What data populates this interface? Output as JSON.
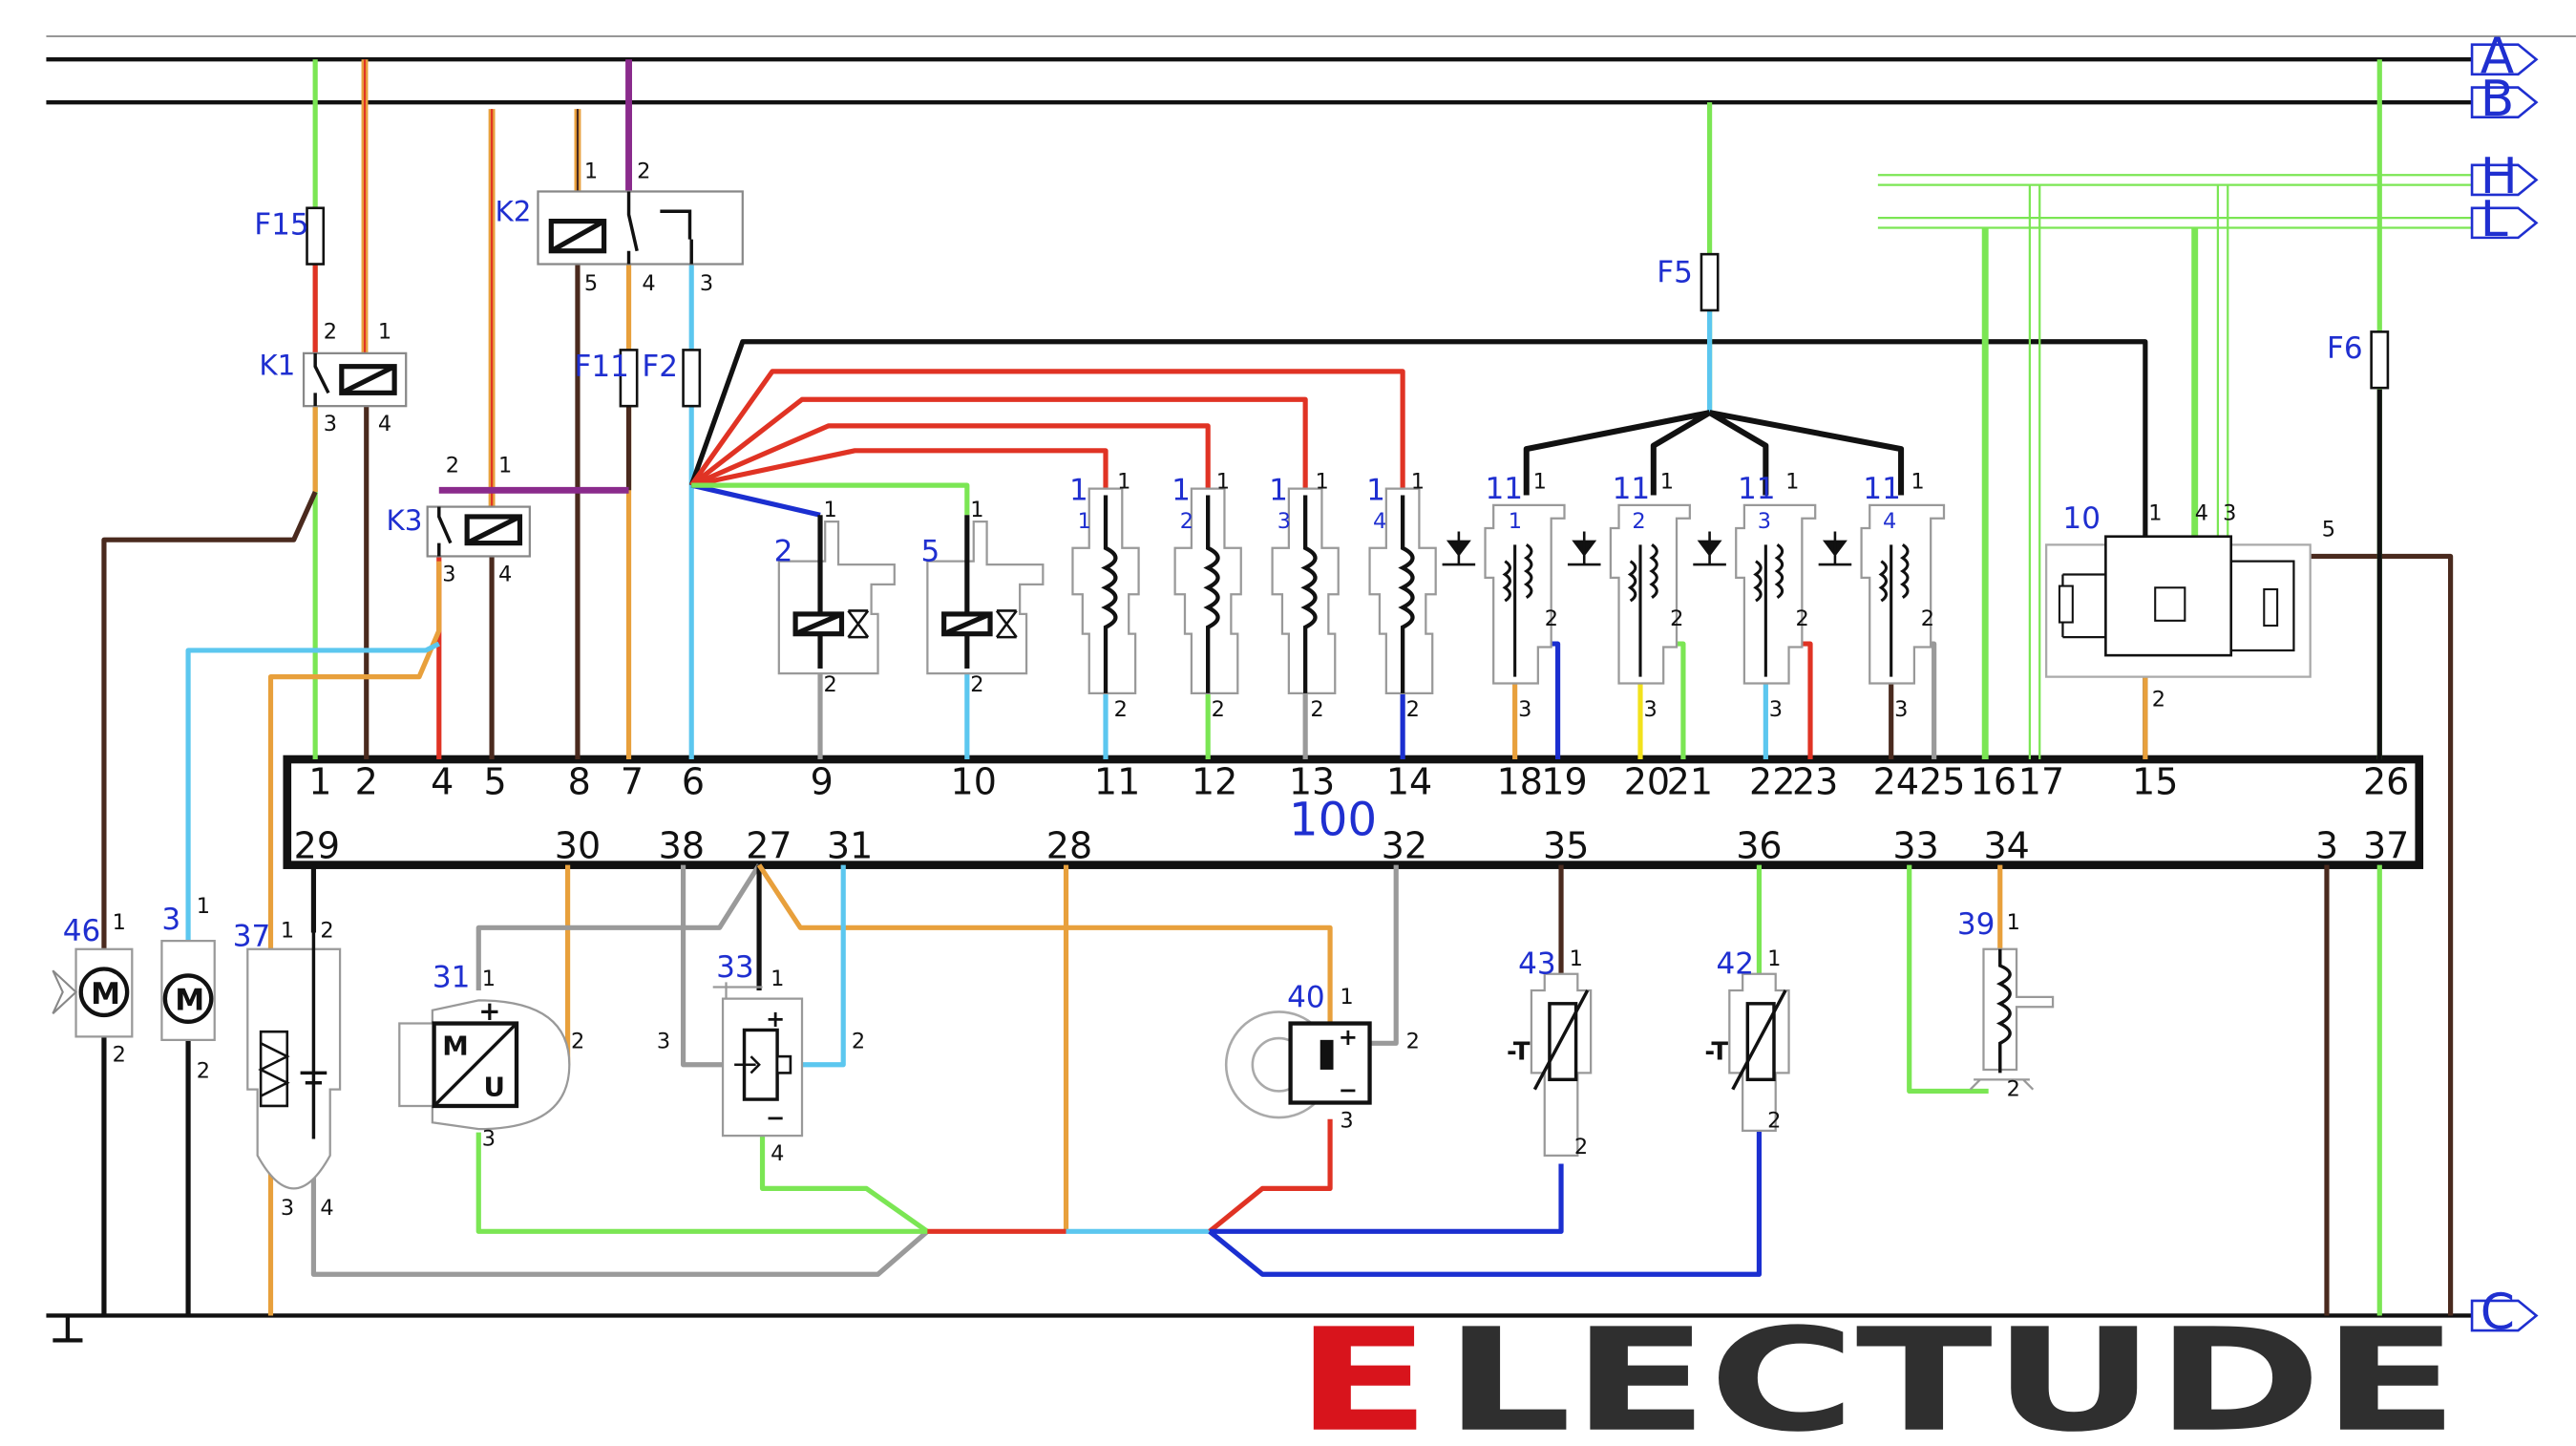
{
  "colors": {
    "black": "#111111",
    "green": "#7be654",
    "orange": "#e8a03c",
    "red": "#e03324",
    "purple": "#8a2b8c",
    "blue": "#1b2fd0",
    "lightblue": "#5cc7ef",
    "grey": "#9a9a9a",
    "brown": "#4a2a1e",
    "yellow": "#f2e21c",
    "label": "#1f2fd0",
    "logo_red": "#d8141c",
    "logo_dark": "#2f2f2f"
  },
  "buses": {
    "A": "A",
    "B": "B",
    "C": "C",
    "H": "H",
    "L": "L"
  },
  "fuses": {
    "F15": "F15",
    "F11": "F11",
    "F2": "F2",
    "F5": "F5",
    "F6": "F6"
  },
  "relays": {
    "K1": "K1",
    "K2": "K2",
    "K3": "K3"
  },
  "ecu": {
    "id": "100",
    "top_pins": [
      "1",
      "2",
      "4",
      "5",
      "8",
      "7",
      "6",
      "9",
      "10",
      "11",
      "12",
      "13",
      "14",
      "18",
      "19",
      "20",
      "21",
      "22",
      "23",
      "24",
      "25",
      "16",
      "17",
      "15",
      "26"
    ],
    "bottom_pins": [
      "29",
      "30",
      "38",
      "27",
      "31",
      "28",
      "32",
      "35",
      "36",
      "33",
      "34",
      "3",
      "37"
    ]
  },
  "components": {
    "c46": "46",
    "c3": "3",
    "c37": "37",
    "c31": "31",
    "c33": "33",
    "c40": "40",
    "c43": "43",
    "c42": "42",
    "c39": "39",
    "c2": "2",
    "c5": "5",
    "inj1": "1",
    "inj2": "1",
    "inj3": "1",
    "inj4": "1",
    "inj1_sub": "1",
    "inj2_sub": "2",
    "inj3_sub": "3",
    "inj4_sub": "4",
    "coil1": "11",
    "coil2": "11",
    "coil3": "11",
    "coil4": "11",
    "coil1_sub": "1",
    "coil2_sub": "2",
    "coil3_sub": "3",
    "coil4_sub": "4",
    "c10": "10"
  },
  "symbols": {
    "motor": "M",
    "u": "U",
    "plus": "+",
    "minus": "−",
    "temp": "-T"
  },
  "logo": {
    "first_letter": "E",
    "rest": "LECTUDE"
  }
}
